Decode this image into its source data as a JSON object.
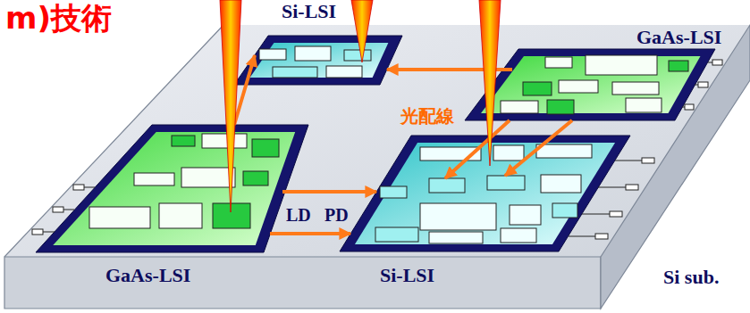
{
  "diagram": {
    "nodes": [
      {
        "text": [
          "Si sub."
        ]
      },
      {
        "text": [
          "Si-LSI"
        ],
        "in": 0
      },
      {
        "text": [
          "GaAs-LSI"
        ],
        "in": 0
      },
      {
        "text": [
          "GaAs-LSI"
        ],
        "in": 0
      },
      {
        "text": [
          "Si-LSI"
        ],
        "in": 0
      }
    ],
    "edges": [
      {
        "from": 3,
        "to": 1,
        "arrow": "to"
      },
      {
        "from": 2,
        "to": 1,
        "arrow": "to"
      },
      {
        "from": 2,
        "to": 4,
        "arrow": "to"
      },
      {
        "from": 2,
        "to": 4,
        "arrow": "to"
      },
      {
        "from": 3,
        "to": 4,
        "arrow": "to"
      },
      {
        "from": 3,
        "to": 4,
        "arrow": "to"
      }
    ],
    "labels": [
      "m)技術",
      "光配線",
      "LD",
      "PD"
    ]
  }
}
